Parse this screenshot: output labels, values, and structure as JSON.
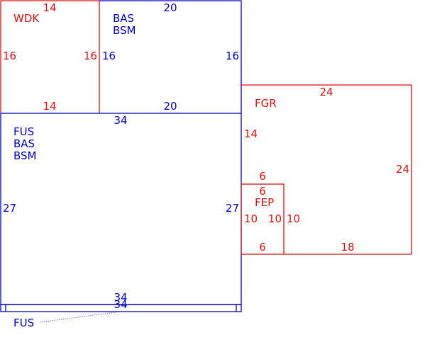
{
  "areas": {
    "wdk": {
      "code": "WDK",
      "top": "14",
      "bottom": "14",
      "left": "16",
      "right": "16"
    },
    "bas_top": {
      "codes": [
        "BAS",
        "BSM"
      ],
      "top": "20",
      "bottom": "20",
      "left": "16",
      "right": "16"
    },
    "fus_main": {
      "codes": [
        "FUS",
        "BAS",
        "BSM"
      ],
      "top": "34",
      "bottom": "34",
      "left": "27",
      "right": "27"
    },
    "fgr": {
      "code": "FGR",
      "top": "24",
      "right": "24",
      "left": "14",
      "step_top": "6",
      "bottom": "18"
    },
    "fep": {
      "code": "FEP",
      "top": "6",
      "bottom": "6",
      "left": "10",
      "right": "10",
      "right_outer": "10"
    },
    "fus_strip": {
      "code": "FUS",
      "label": "34"
    }
  },
  "colors": {
    "main": "#0000cc",
    "secondary": "#dd1111",
    "background": "#ffffff"
  }
}
